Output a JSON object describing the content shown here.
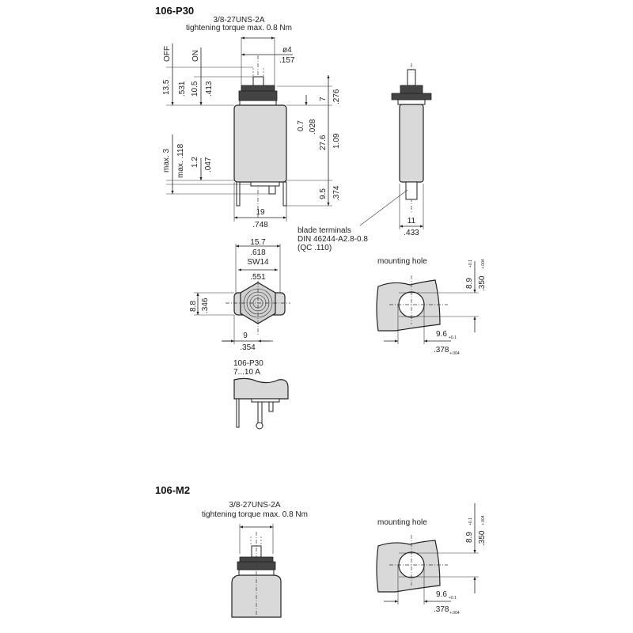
{
  "p30": {
    "title": "106-P30",
    "thread": "3/8-27UNS-2A",
    "torque": "tightening torque max. 0.8 Nm",
    "off": "OFF",
    "on": "ON",
    "d_dia_mm": "ø4",
    "d_dia_in": ".157",
    "d_off_mm": "13.5",
    "d_off_in": ".531",
    "d_on_mm": "10.5",
    "d_on_in": ".413",
    "d_nut_mm": "7",
    "d_nut_in": ".276",
    "d_gap_mm": "0.7",
    "d_gap_in": ".028",
    "d_body_mm": "27.6",
    "d_body_in": "1.09",
    "d_max_mm": "max. 3",
    "d_max_in": "max. .118",
    "d_12_mm": "1.2",
    "d_12_in": ".047",
    "d_term_mm": "9.5",
    "d_term_in": ".374",
    "d_width_mm": "19",
    "d_width_in": ".748",
    "d_side_mm": "11",
    "d_side_in": ".433",
    "blade1": "blade terminals",
    "blade2": "DIN 46244-A2.8-0.8",
    "blade3": "(QC .110)",
    "d_flange_mm": "15.7",
    "d_flange_in": ".618",
    "d_sw_mm": "SW14",
    "d_sw_in": ".551",
    "d_88_mm": "8.8",
    "d_88_in": ".346",
    "d_9_mm": "9",
    "d_9_in": ".354",
    "variant1": "106-P30",
    "variant2": "7...10 A"
  },
  "hole1": {
    "label": "mounting hole",
    "h_mm": "8.9",
    "h_mm_tol": "+0.1",
    "h_in": ".350",
    "h_in_tol": "+.004",
    "w_mm": "9.6",
    "w_mm_tol": "+0.1",
    "w_in": ".378",
    "w_in_tol": "+.004"
  },
  "m2": {
    "title": "106-M2",
    "thread": "3/8-27UNS-2A",
    "torque": "tightening torque max. 0.8 Nm"
  },
  "hole2": {
    "label": "mounting hole",
    "h_mm": "8.9",
    "h_mm_tol": "+0.1",
    "h_in": ".350",
    "h_in_tol": "+.004",
    "w_mm": "9.6",
    "w_mm_tol": "+0.1",
    "w_in": ".378",
    "w_in_tol": "+.004"
  }
}
